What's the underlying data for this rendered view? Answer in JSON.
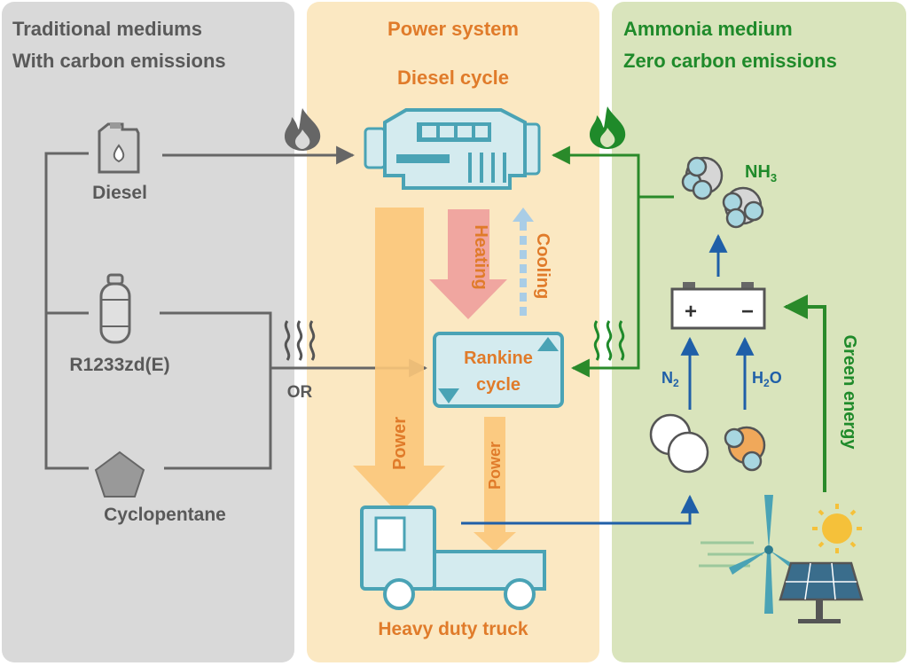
{
  "panels": {
    "left": {
      "title_line1": "Traditional mediums",
      "title_line2": "With carbon emissions"
    },
    "middle": {
      "title": "Power system"
    },
    "right": {
      "title_line1": "Ammonia medium",
      "title_line2": "Zero carbon emissions"
    }
  },
  "labels": {
    "diesel": "Diesel",
    "r1233": "R1233zd(E)",
    "or": "OR",
    "cyclopentane": "Cyclopentane",
    "diesel_cycle": "Diesel cycle",
    "heating": "Heating",
    "cooling": "Cooling",
    "rankine_line1": "Rankine",
    "rankine_line2": "cycle",
    "power_big": "Power",
    "power_small": "Power",
    "truck": "Heavy duty truck",
    "nh3": "NH",
    "nh3_sub": "3",
    "n2": "N",
    "n2_sub": "2",
    "h2o_h": "H",
    "h2o_sub": "2",
    "h2o_o": "O",
    "battery_plus": "+",
    "battery_minus": "−",
    "green_energy": "Green energy"
  },
  "colors": {
    "left_bg": "#d9d9d9",
    "middle_bg": "#fbe8c2",
    "right_bg": "#d9e4bc",
    "gray_text": "#595959",
    "orange_text": "#e07b2a",
    "green_text": "#1f8a2a",
    "teal": "#4aa3b5",
    "blue_arrow": "#1f5fa8",
    "green_arrow": "#2a8a2a",
    "heating_pink": "#f0a6a0",
    "power_orange": "#fbc77a"
  },
  "icons": [
    "flame-icon",
    "fuel-can-icon",
    "gas-cylinder-icon",
    "pentagon-icon",
    "engine-icon",
    "truck-icon",
    "battery-icon",
    "molecule-icon",
    "wind-turbine-icon",
    "solar-panel-icon",
    "sun-icon",
    "heat-waves-icon"
  ]
}
